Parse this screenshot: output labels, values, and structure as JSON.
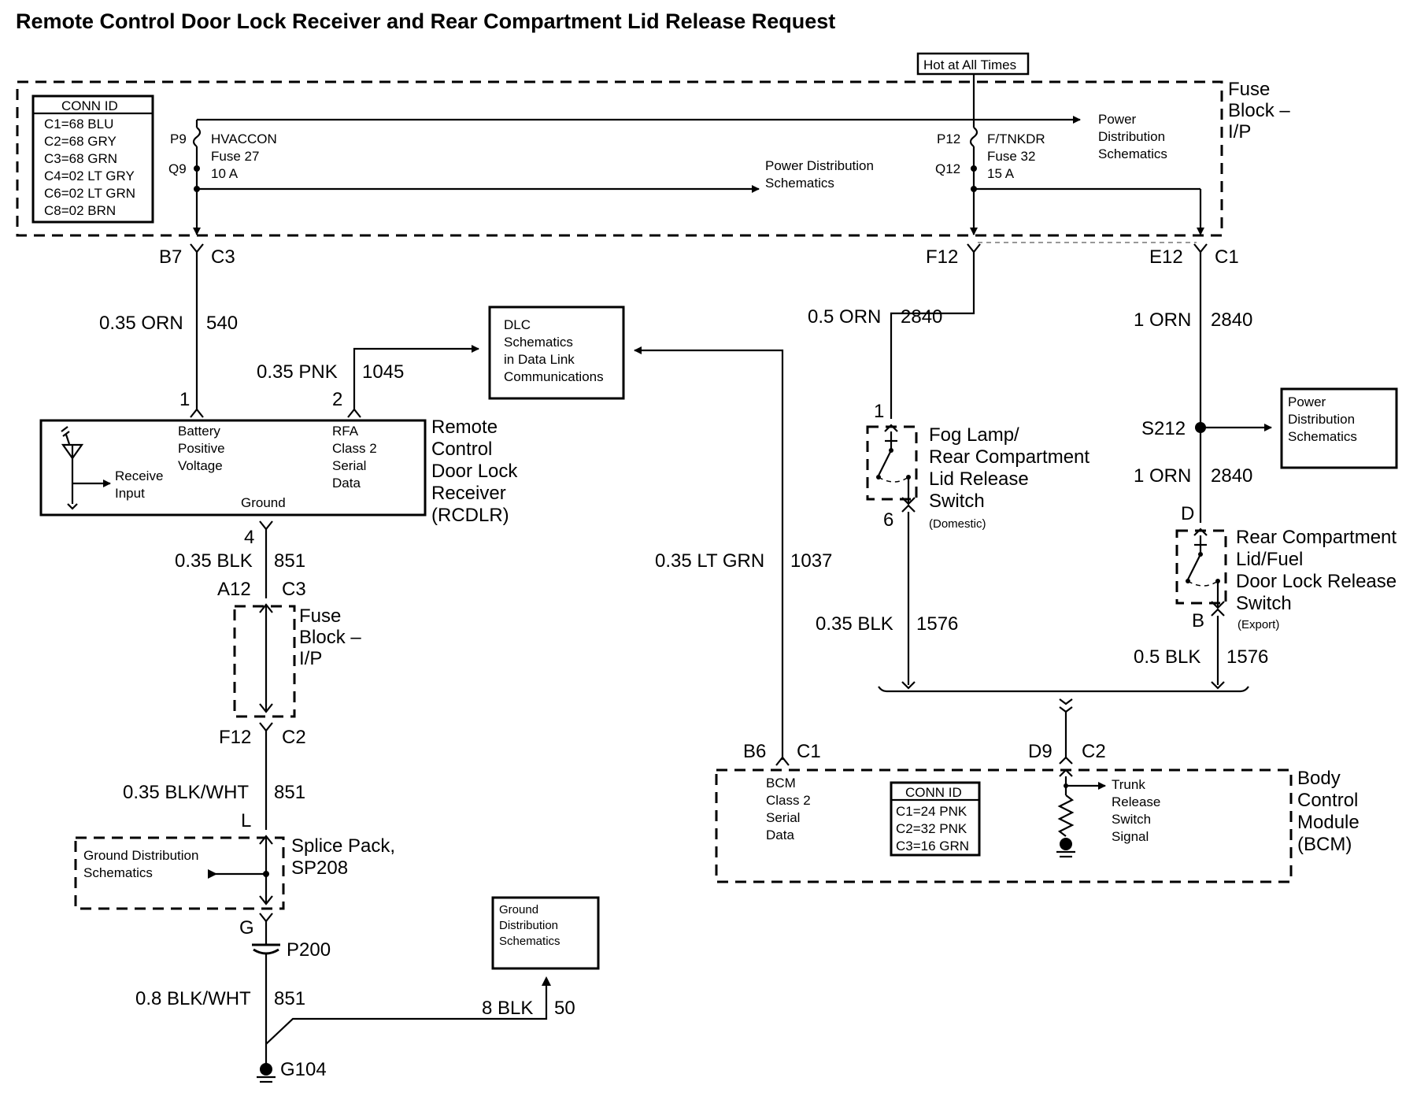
{
  "title": "Remote Control Door Lock Receiver and Rear Compartment  Lid Release Request",
  "hot_label": "Hot at All Times",
  "conn_id_fuse": {
    "header": "CONN ID",
    "rows": [
      "C1=68 BLU",
      "C2=68 GRY",
      "C3=68 GRN",
      "C4=02 LT GRY",
      "C6=02 LT GRN",
      "C8=02 BRN"
    ]
  },
  "fuse_block_top": [
    "Fuse",
    "Block –",
    "I/P"
  ],
  "fuse_27": {
    "pin_in": "P9",
    "pin_out": "Q9",
    "name": "HVACCON",
    "fuse": "Fuse 27",
    "rating": "10 A"
  },
  "fuse_32": {
    "pin_in": "P12",
    "pin_out": "Q12",
    "name": "F/TNKDR",
    "fuse": "Fuse 32",
    "rating": "15 A"
  },
  "pd_ref_top": [
    "Power",
    "Distribution",
    "Schematics"
  ],
  "pd_ref_mid": [
    "Power Distribution",
    "Schematics"
  ],
  "connectors": {
    "b7": "B7",
    "c3a": "C3",
    "f12a": "F12",
    "e12": "E12",
    "c1a": "C1",
    "p1": "1",
    "p2": "2",
    "p4": "4",
    "a12": "A12",
    "c3b": "C3",
    "f12b": "F12",
    "c2a": "C2",
    "l": "L",
    "g": "G",
    "p200": "P200",
    "g104": "G104",
    "fog1": "1",
    "fog6": "6",
    "s212": "S212",
    "d": "D",
    "b": "B",
    "b6": "B6",
    "c1b": "C1",
    "d9": "D9",
    "c2b": "C2"
  },
  "wires": {
    "w540": {
      "color": "0.35 ORN",
      "circuit": "540"
    },
    "w1045": {
      "color": "0.35 PNK",
      "circuit": "1045"
    },
    "w2840a": {
      "color": "0.5 ORN",
      "circuit": "2840"
    },
    "w2840b": {
      "color": "1 ORN",
      "circuit": "2840"
    },
    "w2840c": {
      "color": "1 ORN",
      "circuit": "2840"
    },
    "w851a": {
      "color": "0.35 BLK",
      "circuit": "851"
    },
    "w1037": {
      "color": "0.35 LT GRN",
      "circuit": "1037"
    },
    "w1576a": {
      "color": "0.35 BLK",
      "circuit": "1576"
    },
    "w1576b": {
      "color": "0.5 BLK",
      "circuit": "1576"
    },
    "w851b": {
      "color": "0.35 BLK/WHT",
      "circuit": "851"
    },
    "w851c": {
      "color": "0.8 BLK/WHT",
      "circuit": "851"
    },
    "w50": {
      "color": "8 BLK",
      "circuit": "50"
    }
  },
  "dlc_ref": [
    "DLC",
    "Schematics",
    "in Data Link",
    "Communications"
  ],
  "rcdlr": {
    "battery": [
      "Battery",
      "Positive",
      "Voltage"
    ],
    "rfa": [
      "RFA",
      "Class 2",
      "Serial",
      "Data"
    ],
    "receive": [
      "Receive",
      "Input"
    ],
    "ground": "Ground",
    "name": [
      "Remote",
      "Control",
      "Door Lock",
      "Receiver",
      "(RCDLR)"
    ]
  },
  "fog_switch": {
    "name": [
      "Fog Lamp/",
      "Rear Compartment",
      "Lid Release",
      "Switch"
    ],
    "note": "(Domestic)"
  },
  "pd_ref_s212": [
    "Power",
    "Distribution",
    "Schematics"
  ],
  "rear_switch": {
    "name": [
      "Rear Compartment",
      "Lid/Fuel",
      "Door Lock Release",
      "Switch"
    ],
    "note": "(Export)"
  },
  "fuse_block_mid": [
    "Fuse",
    "Block –",
    "I/P"
  ],
  "splice_pack": [
    "Splice Pack,",
    "SP208"
  ],
  "gd_ref_splice": [
    "Ground Distribution",
    "Schematics"
  ],
  "gd_ref_box": [
    "Ground",
    "Distribution",
    "Schematics"
  ],
  "bcm": {
    "serial": [
      "BCM",
      "Class 2",
      "Serial",
      "Data"
    ],
    "trunk": [
      "Trunk",
      "Release",
      "Switch",
      "Signal"
    ],
    "name": [
      "Body",
      "Control",
      "Module",
      "(BCM)"
    ],
    "conn_header": "CONN ID",
    "conn_rows": [
      "C1=24 PNK",
      "C2=32 PNK",
      "C3=16 GRN"
    ]
  }
}
